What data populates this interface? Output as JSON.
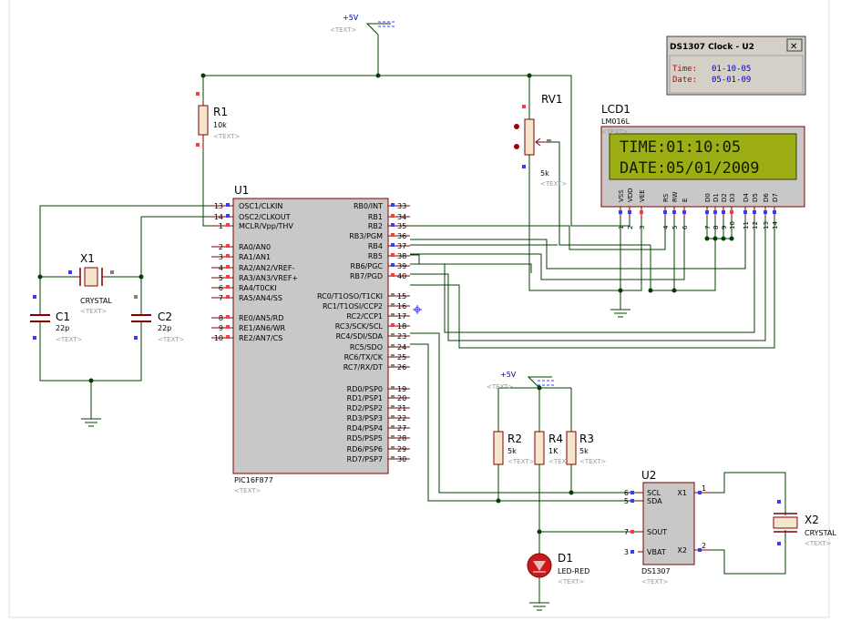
{
  "supply": {
    "label": "+5V",
    "placeholder": "<TEXT>"
  },
  "supply2": {
    "label": "+5V",
    "placeholder": "<TEXT>"
  },
  "r1": {
    "ref": "R1",
    "value": "10k",
    "placeholder": "<TEXT>"
  },
  "rv1": {
    "ref": "RV1",
    "value": "5k",
    "placeholder": "<TEXT>"
  },
  "x1": {
    "ref": "X1",
    "value": "CRYSTAL",
    "placeholder": "<TEXT>"
  },
  "x2": {
    "ref": "X2",
    "value": "CRYSTAL",
    "placeholder": "<TEXT>"
  },
  "c1": {
    "ref": "C1",
    "value": "22p",
    "placeholder": "<TEXT>"
  },
  "c2": {
    "ref": "C2",
    "value": "22p",
    "placeholder": "<TEXT>"
  },
  "r2": {
    "ref": "R2",
    "value": "5k",
    "placeholder": "<TEXT>"
  },
  "r3": {
    "ref": "R3",
    "value": "5k",
    "placeholder": "<TEXT>"
  },
  "r4": {
    "ref": "R4",
    "value": "1K",
    "placeholder": "<TEXT>"
  },
  "d1": {
    "ref": "D1",
    "value": "LED-RED",
    "placeholder": "<TEXT>"
  },
  "u1": {
    "ref": "U1",
    "part": "PIC16F877",
    "placeholder": "<TEXT>",
    "left_pins": [
      {
        "num": "13",
        "name": "OSC1/CLKIN"
      },
      {
        "num": "14",
        "name": "OSC2/CLKOUT"
      },
      {
        "num": "1",
        "name": "MCLR/Vpp/THV"
      },
      {
        "num": "2",
        "name": "RA0/AN0"
      },
      {
        "num": "3",
        "name": "RA1/AN1"
      },
      {
        "num": "4",
        "name": "RA2/AN2/VREF-"
      },
      {
        "num": "5",
        "name": "RA3/AN3/VREF+"
      },
      {
        "num": "6",
        "name": "RA4/T0CKI"
      },
      {
        "num": "7",
        "name": "RA5/AN4/SS"
      },
      {
        "num": "8",
        "name": "RE0/AN5/RD"
      },
      {
        "num": "9",
        "name": "RE1/AN6/WR"
      },
      {
        "num": "10",
        "name": "RE2/AN7/CS"
      }
    ],
    "right_pins": [
      {
        "num": "33",
        "name": "RB0/INT"
      },
      {
        "num": "34",
        "name": "RB1"
      },
      {
        "num": "35",
        "name": "RB2"
      },
      {
        "num": "36",
        "name": "RB3/PGM"
      },
      {
        "num": "37",
        "name": "RB4"
      },
      {
        "num": "38",
        "name": "RB5"
      },
      {
        "num": "39",
        "name": "RB6/PGC"
      },
      {
        "num": "40",
        "name": "RB7/PGD"
      },
      {
        "num": "15",
        "name": "RC0/T1OSO/T1CKI"
      },
      {
        "num": "16",
        "name": "RC1/T1OSI/CCP2"
      },
      {
        "num": "17",
        "name": "RC2/CCP1"
      },
      {
        "num": "18",
        "name": "RC3/SCK/SCL"
      },
      {
        "num": "23",
        "name": "RC4/SDI/SDA"
      },
      {
        "num": "24",
        "name": "RC5/SDO"
      },
      {
        "num": "25",
        "name": "RC6/TX/CK"
      },
      {
        "num": "26",
        "name": "RC7/RX/DT"
      },
      {
        "num": "19",
        "name": "RD0/PSP0"
      },
      {
        "num": "20",
        "name": "RD1/PSP1"
      },
      {
        "num": "21",
        "name": "RD2/PSP2"
      },
      {
        "num": "22",
        "name": "RD3/PSP3"
      },
      {
        "num": "27",
        "name": "RD4/PSP4"
      },
      {
        "num": "28",
        "name": "RD5/PSP5"
      },
      {
        "num": "29",
        "name": "RD6/PSP6"
      },
      {
        "num": "30",
        "name": "RD7/PSP7"
      }
    ]
  },
  "lcd": {
    "ref": "LCD1",
    "part": "LM016L",
    "placeholder": "<TEXT>",
    "line1": "TIME:01:10:05",
    "line2": "DATE:05/01/2009",
    "pins": [
      {
        "num": "1",
        "name": "VSS"
      },
      {
        "num": "2",
        "name": "VDD"
      },
      {
        "num": "3",
        "name": "VEE"
      },
      {
        "num": "4",
        "name": "RS"
      },
      {
        "num": "5",
        "name": "RW"
      },
      {
        "num": "6",
        "name": "E"
      },
      {
        "num": "7",
        "name": "D0"
      },
      {
        "num": "8",
        "name": "D1"
      },
      {
        "num": "9",
        "name": "D2"
      },
      {
        "num": "10",
        "name": "D3"
      },
      {
        "num": "11",
        "name": "D4"
      },
      {
        "num": "12",
        "name": "D5"
      },
      {
        "num": "13",
        "name": "D6"
      },
      {
        "num": "14",
        "name": "D7"
      }
    ]
  },
  "u2": {
    "ref": "U2",
    "part": "DS1307",
    "placeholder": "<TEXT>",
    "pins": [
      {
        "num": "6",
        "name": "SCL"
      },
      {
        "num": "5",
        "name": "SDA"
      },
      {
        "num": "7",
        "name": "SOUT"
      },
      {
        "num": "3",
        "name": "VBAT"
      },
      {
        "num": "1",
        "name": "X1"
      },
      {
        "num": "2",
        "name": "X2"
      }
    ]
  },
  "popup": {
    "title": "DS1307 Clock - U2",
    "close_glyph": "✕",
    "time_label": "Time:",
    "time_value": "01-10-05",
    "date_label": "Date:",
    "date_value": "05-01-09"
  },
  "colors": {
    "wire": "#004000",
    "component": "#7f0000",
    "text": "#000000",
    "pin_red": "#ff3a3a",
    "pin_blue": "#3a3aff",
    "placeholder": "#9a9a9a",
    "lcd_screen": "#9cae14",
    "popup_label": "#c00000",
    "popup_value": "#0000c0"
  }
}
